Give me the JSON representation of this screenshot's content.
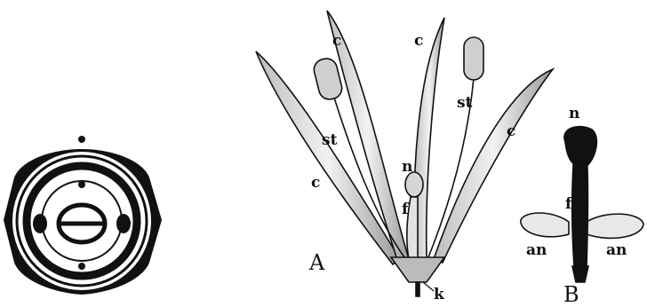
{
  "figure": {
    "panel_a_label": "A",
    "panel_b_label": "B",
    "flower_labels": {
      "corolla_upper_left": "c",
      "corolla_upper_mid": "c",
      "corolla_right": "c",
      "corolla_lower_left": "c",
      "stamen_left": "st",
      "stamen_right": "st",
      "stigma": "n",
      "style": "f",
      "calyx": "k"
    },
    "pistil_labels": {
      "stigma": "n",
      "style": "f",
      "anther_left": "an",
      "anther_right": "an"
    }
  },
  "colors": {
    "ink": "#111111",
    "paper": "#ffffff"
  }
}
